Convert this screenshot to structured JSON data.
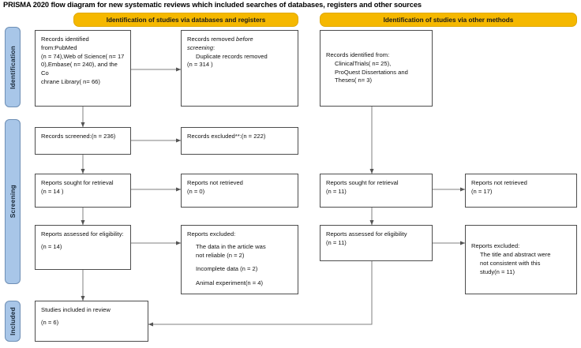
{
  "title": "PRISMA 2020 flow diagram for new systematic reviews which included searches of databases, registers and other sources",
  "colors": {
    "header_bar": "#F5B800",
    "stage_bar": "#A8C6E8",
    "box_border": "#4d4d4d",
    "connector": "#808080"
  },
  "headers": {
    "left": "Identification of studies via databases and registers",
    "right": "Identification of studies via other methods"
  },
  "stages": {
    "identification": "Identification",
    "screening": "Screening",
    "included": "Included"
  },
  "left_column": {
    "records_identified": {
      "line1": "Records identified from:PubMed",
      "line2": "(n = 74),Web of Science( n= 17",
      "line3": "0),Embase( n= 240), and the Co",
      "line4": "chrane Library( n= 66)"
    },
    "records_removed": {
      "line1": "Records removed ",
      "line1_em": "before",
      "line2_em": "screening",
      "line2_tail": ":",
      "line3": "Duplicate records removed",
      "line4": "(n = 314 )"
    },
    "records_screened": {
      "line1": "Records screened:(n = 236)"
    },
    "records_excluded": {
      "line1": "Records excluded**:(n = 222)"
    },
    "reports_sought": {
      "line1": "Reports sought for retrieval",
      "line2": "(n = 14 )"
    },
    "reports_not_retrieved": {
      "line1": "Reports not retrieved",
      "line2": "(n = 0)"
    },
    "reports_assessed": {
      "line1": "Reports assessed for eligibility:",
      "line2": "(n = 14)"
    },
    "reports_excluded": {
      "line1": "Reports excluded:",
      "line2": "The data in the article was",
      "line3": "not reliable (n = 2)",
      "line4": "Incomplete data (n = 2)",
      "line5": "Animal experiment(n = 4)"
    },
    "studies_included": {
      "line1": "Studies included in review",
      "line2": "(n = 6)"
    }
  },
  "right_column": {
    "records_identified": {
      "line1": "Records identified from:",
      "line2": "ClinicalTrials( n= 25),",
      "line3": "ProQuest Dissertations and",
      "line4": "Theses( n= 3)"
    },
    "reports_sought": {
      "line1": "Reports sought for retrieval",
      "line2": "(n = 11)"
    },
    "reports_not_retrieved": {
      "line1": "Reports not retrieved",
      "line2": "(n = 17)"
    },
    "reports_assessed": {
      "line1": "Reports assessed for eligibility",
      "line2": "(n = 11)"
    },
    "reports_excluded": {
      "line1": "Reports excluded:",
      "line2": "The title and abstract were",
      "line3": "not consistent with this",
      "line4": "study(n = 11)"
    }
  }
}
